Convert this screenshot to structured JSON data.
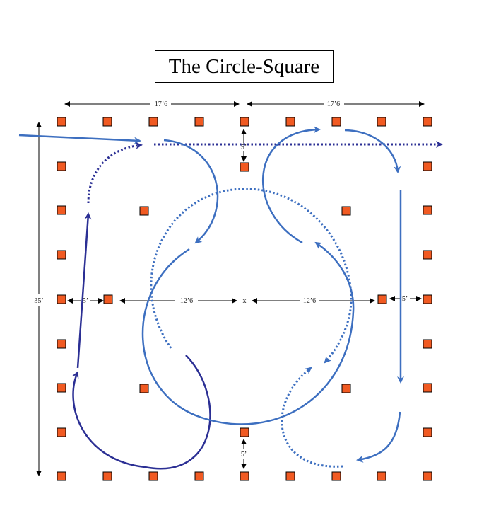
{
  "title": "The Circle-Square",
  "dimensions": {
    "top_left_width": "17’6",
    "top_right_width": "17’6",
    "left_side_gap": "5’",
    "center_left_radius": "12’6",
    "center_right_radius": "12’6",
    "right_side_gap": "5’",
    "top_gap": "5’",
    "bottom_gap": "5’",
    "overall_height": "35’",
    "center_mark": "x"
  },
  "colors": {
    "marker_fill": "#f15a22",
    "marker_stroke": "#000000",
    "path_light": "#3d6fc0",
    "path_dark": "#2b2f94",
    "dimension": "#000000"
  },
  "icons": {
    "marker": "square-marker-icon"
  }
}
